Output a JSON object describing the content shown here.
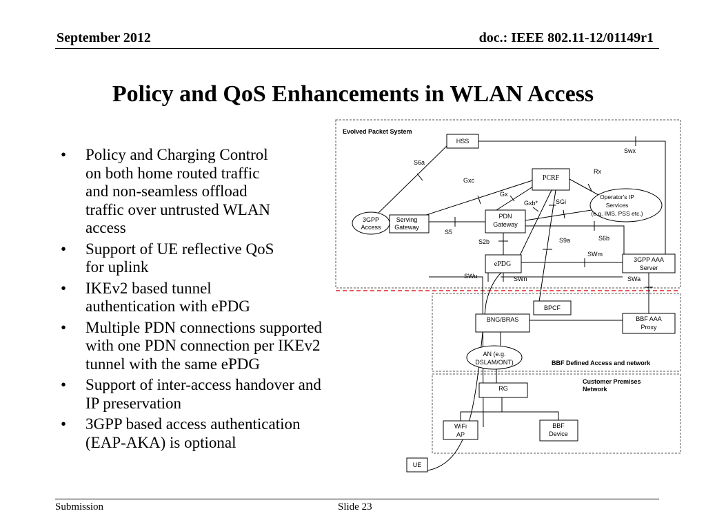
{
  "header": {
    "date": "September 2012",
    "doc": "doc.: IEEE 802.11-12/01149r1"
  },
  "title": "Policy and QoS Enhancements in WLAN Access",
  "bullets": [
    {
      "lines": [
        "Policy and Charging Control",
        "on both home routed traffic",
        "and non-seamless offload",
        "traffic over untrusted WLAN",
        "access"
      ]
    },
    {
      "lines": [
        "Support of UE reflective QoS",
        "for uplink"
      ]
    },
    {
      "lines": [
        "IKEv2 based tunnel",
        "authentication with ePDG"
      ]
    },
    {
      "lines": [
        "Multiple PDN connections  supported",
        "with one PDN connection per IKEv2",
        "tunnel with the same ePDG"
      ]
    },
    {
      "lines": [
        "Support of inter-access handover and",
        "IP preservation"
      ]
    },
    {
      "lines": [
        "3GPP based access authentication",
        "(EAP-AKA) is optional"
      ]
    }
  ],
  "diagram": {
    "regions": {
      "eps": "Evolved Packet System",
      "bbf": "BBF Defined Access and network",
      "cpn": [
        "Customer Premises",
        "Network"
      ]
    },
    "nodes": {
      "hss": [
        "HSS"
      ],
      "pcrf": [
        "PCRF"
      ],
      "access_3gpp": [
        "3GPP",
        "Access"
      ],
      "serving_gw": [
        "Serving",
        "Gateway"
      ],
      "pdn_gw": [
        "PDN",
        "Gateway"
      ],
      "operator_ip": [
        "Operator's IP",
        "Services",
        "(e.g. IMS, PSS etc.)"
      ],
      "epdg": [
        "ePDG"
      ],
      "aaa_3gpp": [
        "3GPP AAA",
        "Server"
      ],
      "bpcf": [
        "BPCF"
      ],
      "bng_bras": [
        "BNG/BRAS"
      ],
      "bbf_aaa": [
        "BBF AAA",
        "Proxy"
      ],
      "an": [
        "AN (e.g.",
        "DSLAM/ONT)"
      ],
      "rg": [
        "RG"
      ],
      "wifi_ap": [
        "WiFi",
        "AP"
      ],
      "bbf_device": [
        "BBF",
        "Device"
      ],
      "ue": [
        "UE"
      ]
    },
    "interfaces": {
      "s6a": "S6a",
      "swx": "Swx",
      "gxc": "Gxc",
      "rx": "Rx",
      "gx": "Gx",
      "gxb": "Gxb*",
      "sgi": "SGi",
      "s5": "S5",
      "s6b": "S6b",
      "s2b": "S2b",
      "s9a": "S9a",
      "swm": "SWm",
      "swu": "SWu",
      "swn": "SWn",
      "swa": "SWa"
    }
  },
  "footer": {
    "left": "Submission",
    "slide": "Slide 23"
  }
}
